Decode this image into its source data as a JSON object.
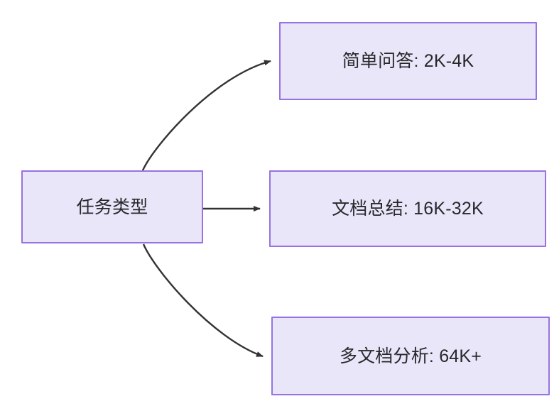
{
  "diagram": {
    "type": "flowchart",
    "direction": "left-to-right",
    "theme": {
      "node_fill": "#eae6fa",
      "node_border": "#9673e0",
      "edge_color": "#333333",
      "text_color": "#28282b",
      "background": "#ffffff"
    },
    "root": {
      "id": "root",
      "label": "任务类型"
    },
    "nodes": [
      {
        "id": "task-1",
        "label": "简单问答: 2K-4K"
      },
      {
        "id": "task-2",
        "label": "文档总结: 16K-32K"
      },
      {
        "id": "task-3",
        "label": "多文档分析: 64K+"
      }
    ],
    "edges": [
      {
        "id": "edge-root-task-1",
        "from": "root",
        "to": "task-1",
        "style": "curved",
        "arrow": "arrowhead-icon"
      },
      {
        "id": "edge-root-task-2",
        "from": "root",
        "to": "task-2",
        "style": "straight",
        "arrow": "arrowhead-icon"
      },
      {
        "id": "edge-root-task-3",
        "from": "root",
        "to": "task-3",
        "style": "curved",
        "arrow": "arrowhead-icon"
      }
    ]
  }
}
